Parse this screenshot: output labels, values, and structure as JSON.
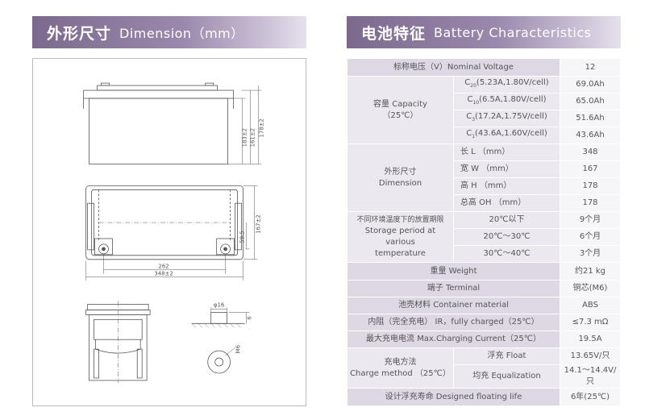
{
  "headers": {
    "left_zh": "外形尺寸",
    "left_en": "Dimension（mm）",
    "right_zh": "电池特征",
    "right_en": "Battery Characteristics"
  },
  "drawing": {
    "dim_183": "183±2",
    "dim_161": "161±2",
    "dim_178": "178±2",
    "dim_167": "167±2",
    "dim_59": "59.5",
    "dim_262": "262",
    "dim_348": "348±2",
    "dim_phi16": "φ16",
    "dim_6": "6",
    "dim_m6": "M6"
  },
  "spec": {
    "nominal_voltage": {
      "label": "标称电压（V）Nominal Voltage",
      "value": "12"
    },
    "capacity": {
      "label_zh": "容量 Capacity",
      "label_temp": "（25℃）",
      "rows": [
        {
          "rate": "C",
          "sub": "20",
          "cond": "(5.23A,1.80V/cell)",
          "value": "69.0Ah"
        },
        {
          "rate": "C",
          "sub": "10",
          "cond": "(6.5A,1.80V/cell)",
          "value": "65.0Ah"
        },
        {
          "rate": "C",
          "sub": "3",
          "cond": "(17.2A,1.75V/cell)",
          "value": "51.6Ah"
        },
        {
          "rate": "C",
          "sub": "1",
          "cond": "(43.6A,1.60V/cell)",
          "value": "43.6Ah"
        }
      ]
    },
    "dimension": {
      "label_zh": "外形尺寸",
      "label_en": "Dimension",
      "rows": [
        {
          "name": "长 L （mm）",
          "value": "348"
        },
        {
          "name": "宽 W （mm）",
          "value": "167"
        },
        {
          "name": "高 H （mm）",
          "value": "178"
        },
        {
          "name": "总高 OH （mm）",
          "value": "178"
        }
      ]
    },
    "storage": {
      "label_zh": "不同环境温度下的放置期限",
      "label_en1": "Storage period at various",
      "label_en2": "temperature",
      "rows": [
        {
          "temp": "20℃以下",
          "value": "9个月"
        },
        {
          "temp": "20℃～30℃",
          "value": "6个月"
        },
        {
          "temp": "30℃～40℃",
          "value": "3个月"
        }
      ]
    },
    "weight": {
      "label": "重量 Weight",
      "value": "约21 kg"
    },
    "terminal": {
      "label": "端子 Terminal",
      "value": "铜芯(M6)"
    },
    "container": {
      "label": "池壳材料 Container material",
      "value": "ABS"
    },
    "resistance": {
      "label": "内阻（完全充电） IR，fully charged（25℃）",
      "value": "≤7.3 mΩ"
    },
    "max_current": {
      "label": "最大充电电流 Max.Charging Current（25℃）",
      "value": "19.5A"
    },
    "charge": {
      "label_zh": "充电方法",
      "label_en": "Charge method （25℃）",
      "rows": [
        {
          "mode": "浮充 Float",
          "value": "13.65V/只"
        },
        {
          "mode": "均充 Equalization",
          "value": "14.1～14.4V/只"
        }
      ]
    },
    "life": {
      "label": "设计浮充寿命 Designed floating life",
      "value": "6年(25℃)"
    }
  }
}
